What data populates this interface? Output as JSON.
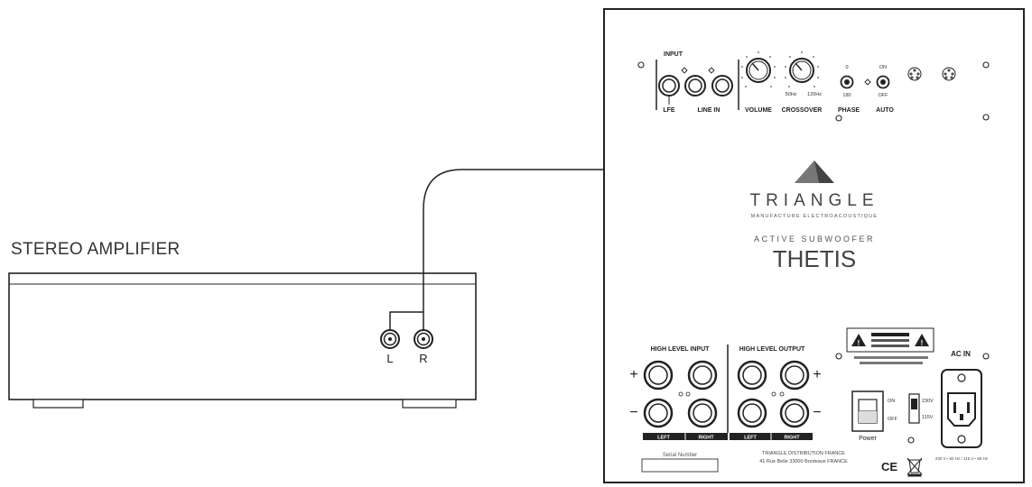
{
  "amplifier": {
    "title": "STEREO AMPLIFIER",
    "left_label": "L",
    "right_label": "R"
  },
  "subwoofer": {
    "input_label": "INPUT",
    "lfe_label": "LFE",
    "line_in_label": "LINE IN",
    "volume_label": "VOLUME",
    "crossover_label": "CROSSOVER",
    "crossover_min": "50Hz",
    "crossover_max": "120Hz",
    "phase_label": "PHASE",
    "phase_top": "0",
    "phase_bottom": "180",
    "auto_label": "AUTO",
    "auto_top": "ON",
    "auto_bottom": "OFF",
    "brand": "TRIANGLE",
    "brand_sub": "MANUFACTURE ELECTROACOUSTIQUE",
    "model_sub": "ACTIVE SUBWOOFER",
    "model": "THETIS",
    "high_level_input": "HIGH LEVEL INPUT",
    "high_level_output": "HIGH LEVEL OUTPUT",
    "plus": "+",
    "minus": "−",
    "left": "LEFT",
    "right": "RIGHT",
    "serial_label": "Serial Number",
    "power_label": "Power",
    "power_on": "ON",
    "power_off": "OFF",
    "voltage_top": "230V",
    "voltage_bottom": "115V",
    "ac_in_label": "AC IN",
    "distributor_line1": "TRIANGLE DISTRIBUTION FRANCE",
    "distributor_line2": "41 Rue Belle 33000 Bordeaux FRANCE",
    "ce_mark": "CE",
    "fuse_text": "230 V~ 50 Hz / 115 V~ 60 Hz"
  }
}
